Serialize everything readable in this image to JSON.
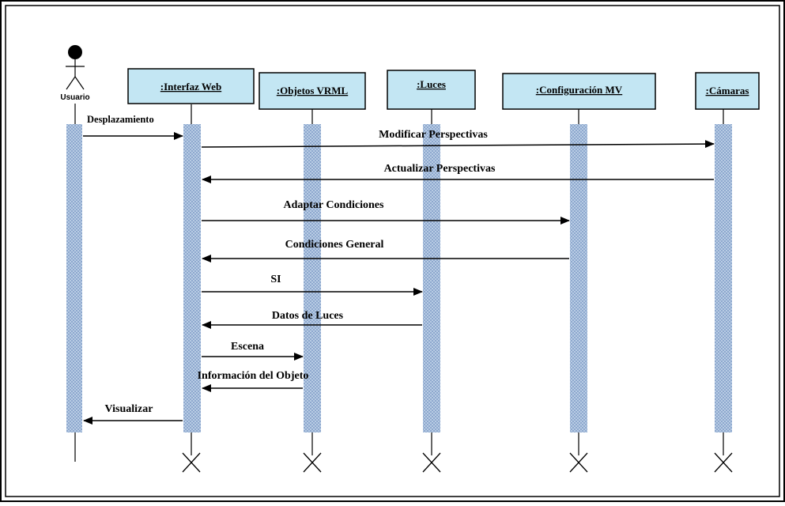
{
  "actor": {
    "label": "Usuario"
  },
  "objects": [
    {
      "id": "web",
      "label": ":Interfaz Web"
    },
    {
      "id": "vrml",
      "label": ":Objetos VRML"
    },
    {
      "id": "luces",
      "label": ":Luces"
    },
    {
      "id": "mv",
      "label": ":Configuración MV"
    },
    {
      "id": "cam",
      "label": ":Cámaras"
    }
  ],
  "messages": [
    {
      "label": "Desplazamiento",
      "from": "Usuario",
      "to": ":Interfaz Web"
    },
    {
      "label": "Modificar Perspectivas",
      "from": ":Interfaz Web",
      "to": ":Cámaras"
    },
    {
      "label": "Actualizar Perspectivas",
      "from": ":Cámaras",
      "to": ":Interfaz Web"
    },
    {
      "label": "Adaptar Condiciones",
      "from": ":Interfaz Web",
      "to": ":Configuración MV"
    },
    {
      "label": "Condiciones General",
      "from": ":Configuración MV",
      "to": ":Interfaz Web"
    },
    {
      "label": "SI",
      "from": ":Interfaz Web",
      "to": ":Luces"
    },
    {
      "label": "Datos de Luces",
      "from": ":Luces",
      "to": ":Interfaz Web"
    },
    {
      "label": "Escena",
      "from": ":Interfaz Web",
      "to": ":Objetos VRML"
    },
    {
      "label": "Información del Objeto",
      "from": ":Objetos VRML",
      "to": ":Interfaz Web"
    },
    {
      "label": "Visualizar",
      "from": ":Interfaz Web",
      "to": "Usuario"
    }
  ],
  "colors": {
    "box_fill": "#c3e6f3",
    "activation_fill": "#b8cce4",
    "activation_dots": "#6f8fbf",
    "line": "#000000",
    "border": "#000000"
  }
}
